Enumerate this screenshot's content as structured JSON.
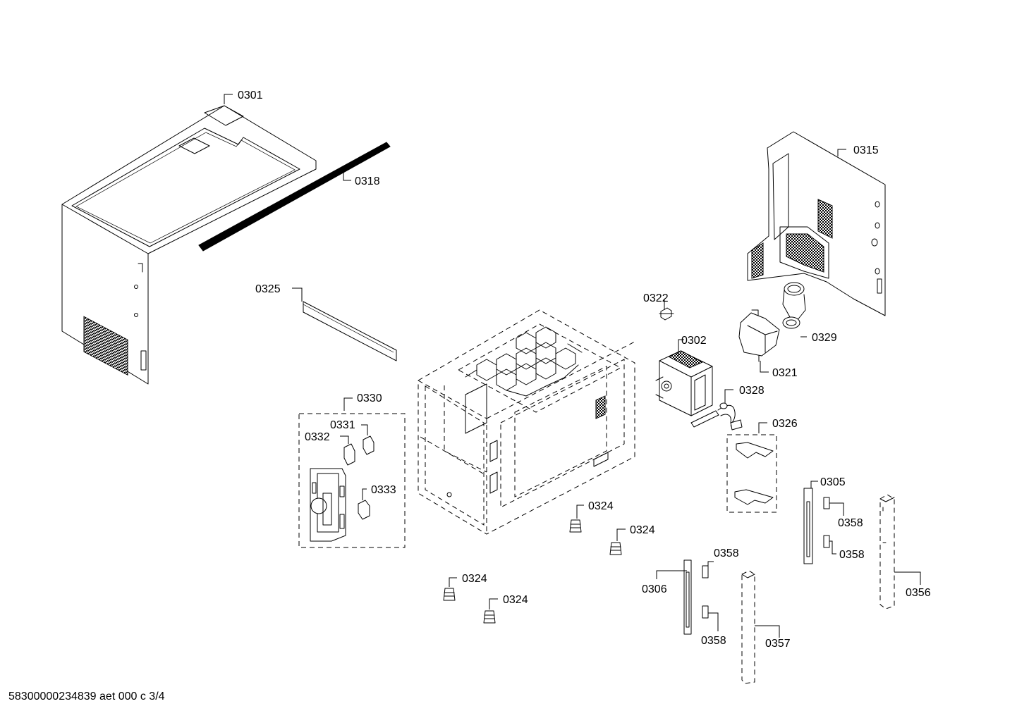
{
  "labels": {
    "l0301": "0301",
    "l0318": "0318",
    "l0315": "0315",
    "l0325": "0325",
    "l0322": "0322",
    "l0302": "0302",
    "l0329": "0329",
    "l0321": "0321",
    "l0328": "0328",
    "l0330": "0330",
    "l0331": "0331",
    "l0332": "0332",
    "l0333": "0333",
    "l0326": "0326",
    "l0324a": "0324",
    "l0324b": "0324",
    "l0324c": "0324",
    "l0324d": "0324",
    "l0305": "0305",
    "l0358a": "0358",
    "l0358b": "0358",
    "l0358c": "0358",
    "l0358d": "0358",
    "l0306": "0306",
    "l0357": "0357",
    "l0356": "0356"
  },
  "footer": "58300000234839 aet 000 c 3/4"
}
